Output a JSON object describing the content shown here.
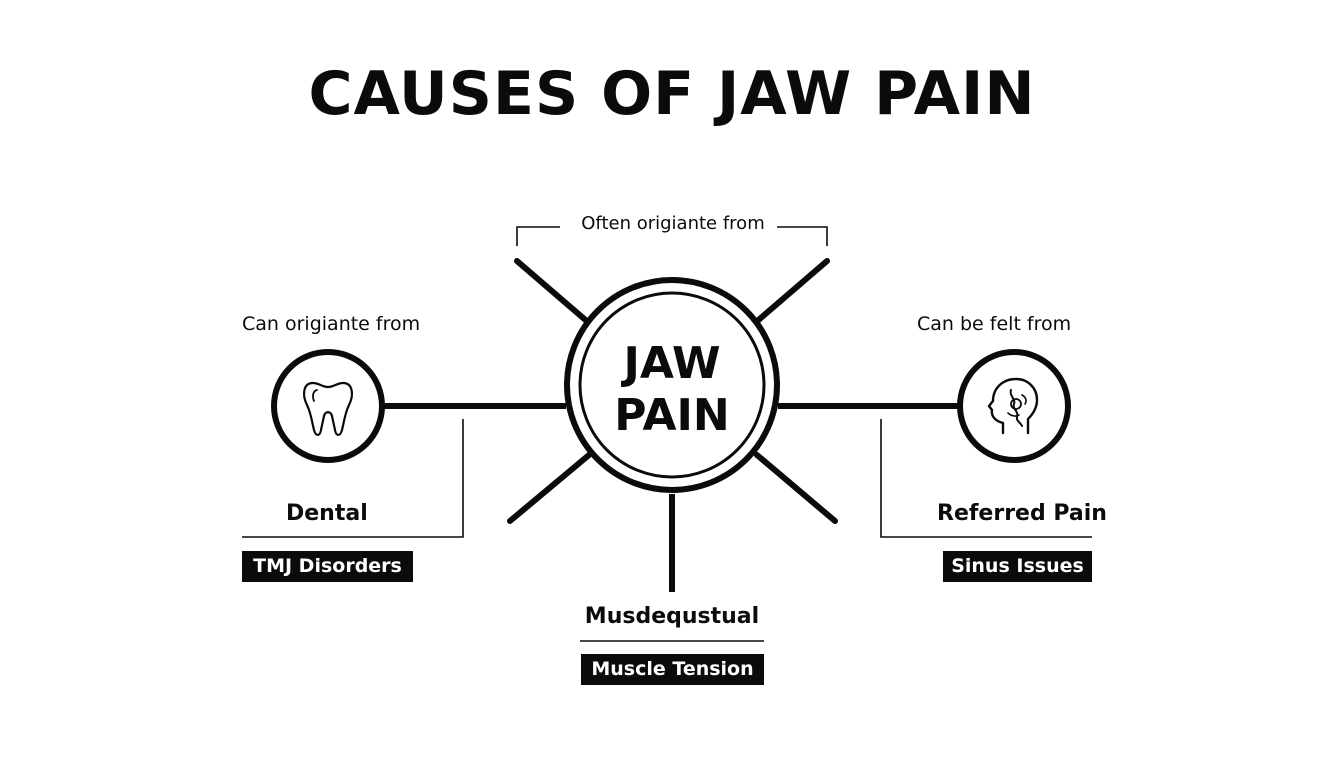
{
  "title": "CAUSES OF JAW PAIN",
  "center": {
    "line1": "JAW",
    "line2": "PAIN"
  },
  "top_connector_label": "Often origiante from",
  "left": {
    "heading": "Can origiante from",
    "category": "Dental",
    "tag": "TMJ Disorders",
    "icon": "tooth-icon"
  },
  "right": {
    "heading": "Can be felt from",
    "category": "Referred Pain",
    "tag": "Sinus Issues",
    "icon": "head-joint-icon"
  },
  "bottom": {
    "category": "Musdequstual",
    "tag": "Muscle Tension"
  }
}
